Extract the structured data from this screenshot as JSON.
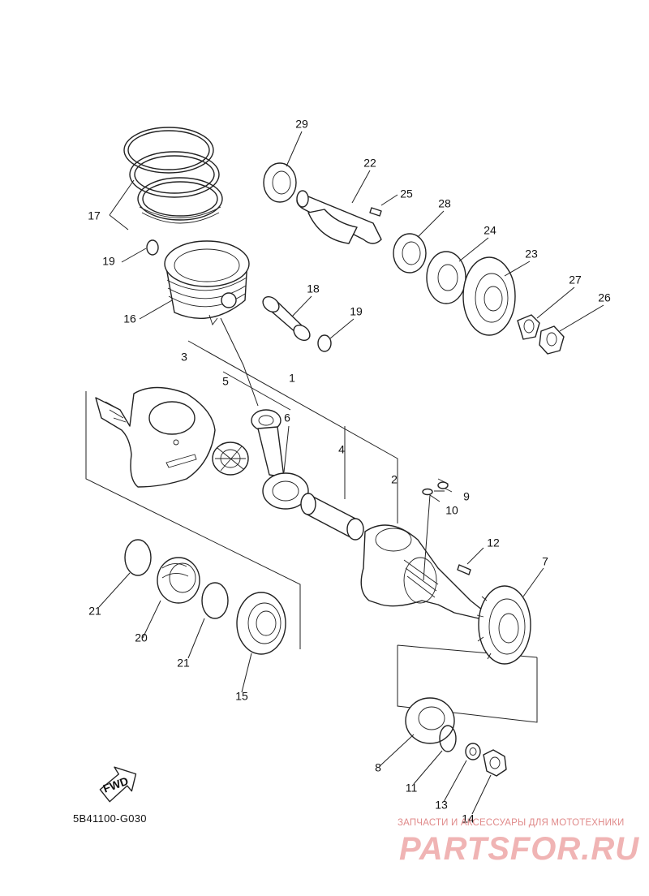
{
  "diagram": {
    "callouts": [
      "29",
      "22",
      "25",
      "28",
      "24",
      "23",
      "27",
      "26",
      "17",
      "19",
      "16",
      "18",
      "19",
      "3",
      "5",
      "1",
      "6",
      "4",
      "2",
      "9",
      "10",
      "12",
      "7",
      "21",
      "20",
      "21",
      "15",
      "8",
      "11",
      "13",
      "14"
    ],
    "fwd_label": "FWD",
    "drawing_code": "5B41100-G030"
  },
  "watermark": {
    "tagline": "ЗАПЧАСТИ И АКСЕССУАРЫ ДЛЯ МОТОТЕХНИКИ",
    "brand": "PARTSFOR.RU",
    "color": "#e89a9a"
  }
}
